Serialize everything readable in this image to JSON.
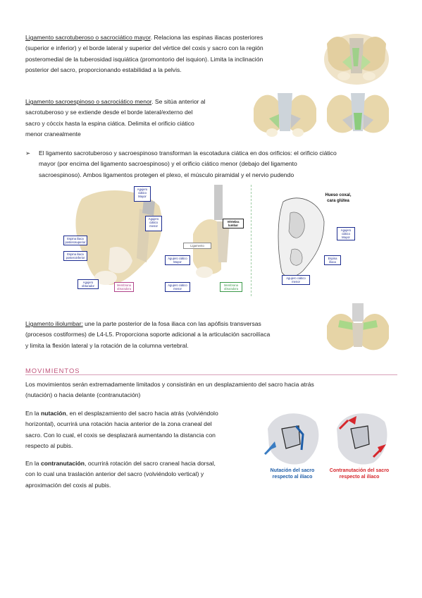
{
  "sec1": {
    "term": "Ligamento sacrotuberoso o sacrociático mayor",
    "lines": [
      ". Relaciona las espinas iliacas posteriores",
      "(superior e inferior) y el borde lateral y superior del vértice del coxis y sacro con la región",
      "posteromedial de la tuberosidad isquiática (promontorio del isquion). Limita la inclinación",
      "posterior del sacro, proporcionando estabilidad a la pelvis."
    ]
  },
  "sec2": {
    "term": "Ligamento sacroespinoso o sacrociático menor",
    "lines": [
      ". Se sitúa anterior al",
      "sacrotuberoso y se extiende desde el borde lateral/externo del",
      "sacro y cóccix hasta la espina ciática. Delimita el orificio ciático",
      "menor cranealmente"
    ]
  },
  "bullet": {
    "symbol": "➢",
    "lines": [
      "El ligamento sacrotuberoso y sacroespinoso transforman la escotadura ciática en dos orificios: el orificio ciático",
      "mayor (por encima del ligamento sacroespinoso) y el orificio ciático menor (debajo del ligamento",
      "sacroespinoso). Ambos ligamentos protegen el plexo, el músculo piramidal y el nervio pudendo"
    ]
  },
  "figure_labels": {
    "espina_post_sup": "Espina iliaca posterosuperior",
    "espina_post_inf": "Espina iliaca posteroinferior",
    "agujero_mayor": "Agujero ciático Mayor",
    "agujero_menor": "Agujero ciático menor",
    "agujero_obturador": "Agujero obturador",
    "membrana": "Membrana obturadora",
    "vertebra": "Vértebra lumbar",
    "ligamento": "Ligamento",
    "agujero_mayor_2": "Agujero ciático Mayor",
    "agujero_menor_2": "Agujero ciático menor",
    "membrana_2": "Membrana obturadora",
    "hueso_coxal": "Hueso coxal, cara glútea",
    "espina_iliaca": "Espina ilíaca",
    "agujero_mayor_3": "Agujero ciático Mayor",
    "agujero_menor_3": "Agujero ciático menor"
  },
  "sec3": {
    "term": "Ligamento iliolumbar:",
    "lines": [
      " une la parte posterior de la fosa iliaca con las apófisis transversas",
      "(procesos costiformes) de L4-L5. Proporciona soporte adicional a la articulación sacroilíaca",
      "y limita la flexión lateral y la rotación de la columna vertebral."
    ]
  },
  "movimientos": {
    "heading": "MOVIMIENTOS",
    "intro": [
      "Los movimientos serán extremadamente limitados y consistirán en un desplazamiento del sacro hacia atrás",
      "(nutación) o hacia delante (contranutación)"
    ],
    "nut_pre": "En la ",
    "nut_bold": "nutación",
    "nut_lines": [
      ", en el desplazamiento del sacro hacia atrás (volviéndolo",
      "horizontal), ocurrirá una rotación hacia anterior de la zona craneal del",
      "sacro. Con lo cual, el coxis se desplazará aumentando la distancia con",
      "respecto al pubis."
    ],
    "contra_pre": "En la ",
    "contra_bold": "contranutación",
    "contra_lines": [
      ", ocurrirá rotación del sacro craneal hacia dorsal,",
      "con lo cual una traslación anterior del sacro (volviéndolo vertical) y",
      "aproximación del coxis al pubis."
    ],
    "caption_left": [
      "Nutación del sacro",
      "respecto al ilíaco"
    ],
    "caption_right": [
      "Contranutación del sacro",
      "respecto al ilíaco"
    ]
  },
  "colors": {
    "accent": "#c0537a",
    "rule": "#d9a0b8",
    "blue": "#1b2b8f",
    "red": "#d6262b"
  }
}
